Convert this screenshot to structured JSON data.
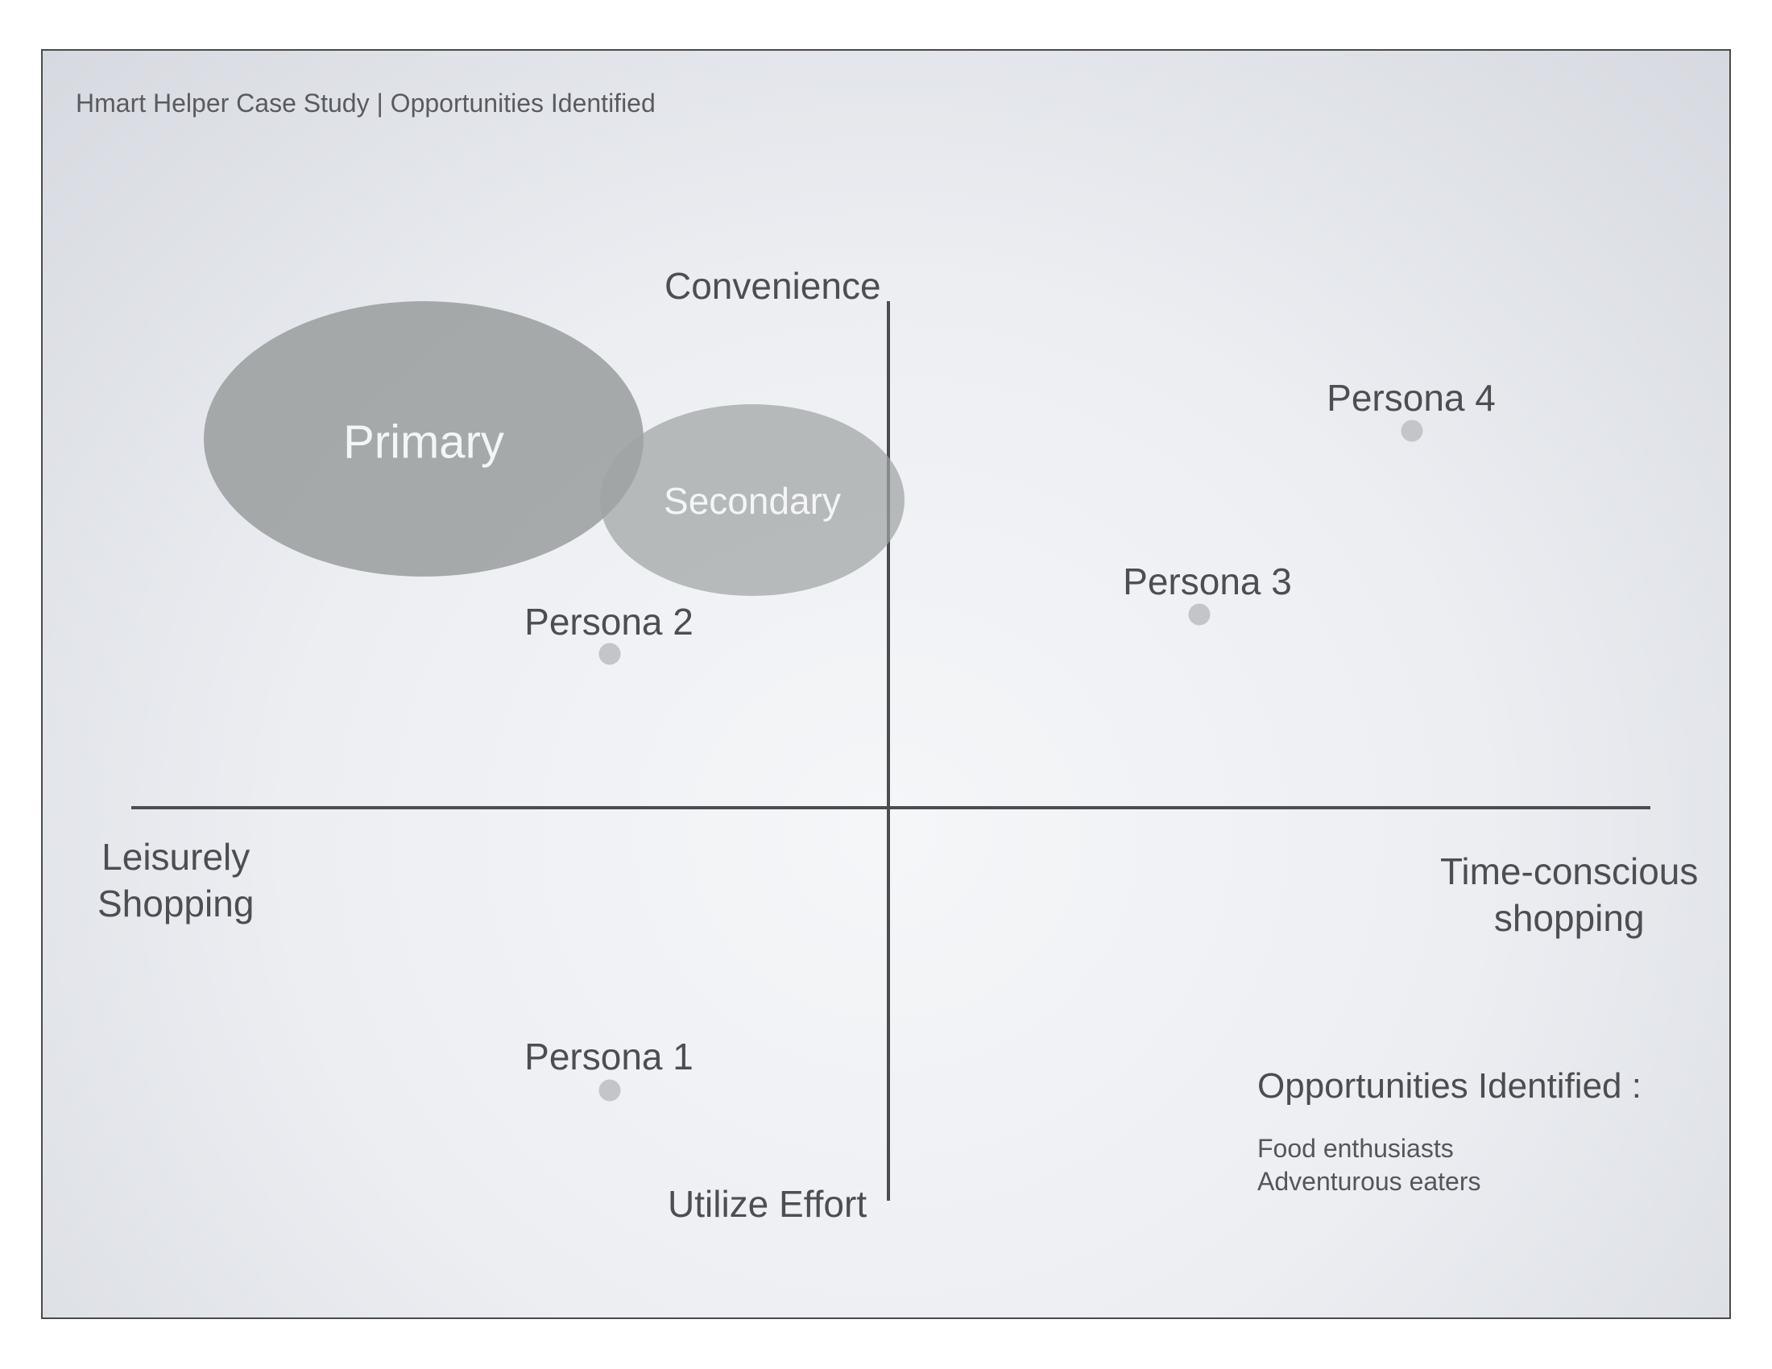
{
  "slide": {
    "title": "Hmart Helper Case Study | Opportunities Identified"
  },
  "axes": {
    "top": "Convenience",
    "bottom": "Utilize Effort",
    "left_line1": "Leisurely",
    "left_line2": "Shopping",
    "right_line1": "Time-conscious",
    "right_line2": "shopping"
  },
  "segments": {
    "primary": "Primary",
    "secondary": "Secondary"
  },
  "personas": [
    {
      "label": "Persona 4"
    },
    {
      "label": "Persona 3"
    },
    {
      "label": "Persona 2"
    },
    {
      "label": "Persona 1"
    }
  ],
  "opportunities": {
    "title": "Opportunities Identified :",
    "items": [
      "Food enthusiasts",
      "Adventurous eaters"
    ]
  },
  "colors": {
    "axis": "#4c4d50",
    "primary_fill": "#969a9a",
    "secondary_fill": "#a0a3a4",
    "persona_dot": "#c3c5c8",
    "text": "#4d4e51"
  }
}
